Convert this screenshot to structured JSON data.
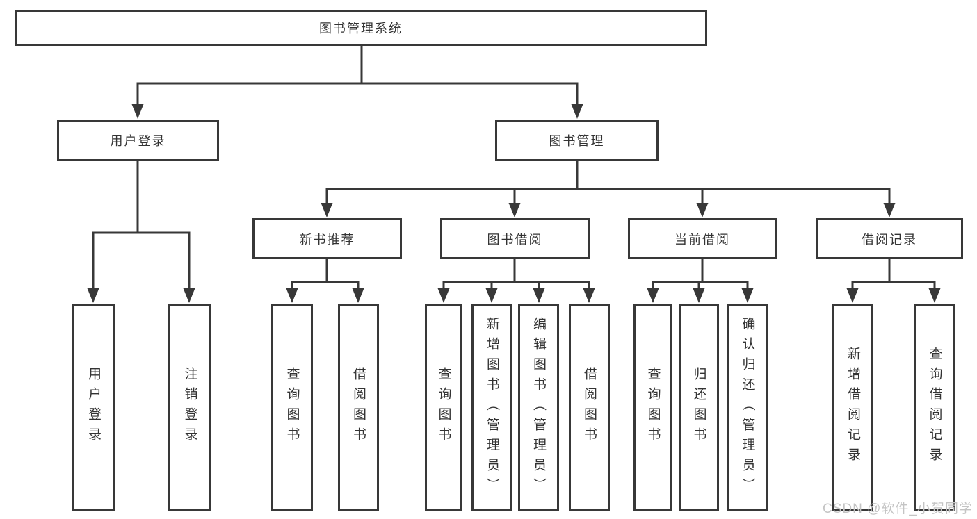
{
  "diagram": {
    "tree": {
      "label": "图书管理系统",
      "children": [
        {
          "label": "用户登录",
          "children": [
            {
              "label": "用户登录"
            },
            {
              "label": "注销登录"
            }
          ]
        },
        {
          "label": "图书管理",
          "children": [
            {
              "label": "新书推荐",
              "children": [
                {
                  "label": "查询图书"
                },
                {
                  "label": "借阅图书"
                }
              ]
            },
            {
              "label": "图书借阅",
              "children": [
                {
                  "label": "查询图书"
                },
                {
                  "label": "新增图书（管理员）"
                },
                {
                  "label": "编辑图书（管理员）"
                },
                {
                  "label": "借阅图书"
                }
              ]
            },
            {
              "label": "当前借阅",
              "children": [
                {
                  "label": "查询图书"
                },
                {
                  "label": "归还图书"
                },
                {
                  "label": "确认归还（管理员）"
                }
              ]
            },
            {
              "label": "借阅记录",
              "children": [
                {
                  "label": "新增借阅记录"
                },
                {
                  "label": "查询借阅记录"
                }
              ]
            }
          ]
        }
      ]
    },
    "colors": {
      "line": "#383838",
      "box_border": "#383838",
      "text": "#333333",
      "background": "#ffffff",
      "watermark": "#c4c4c4"
    }
  },
  "watermark": {
    "text": "CSDN @软件_小贺同学"
  }
}
